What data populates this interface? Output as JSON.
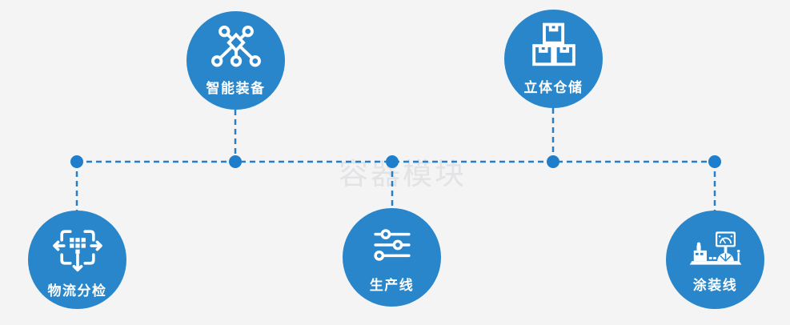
{
  "watermark": {
    "text": "容器模块"
  },
  "colors": {
    "background": "#f4f4f5",
    "node_fill": "#2986ca",
    "connector_line": "#2a7ec4",
    "junction_dot": "#1e7ecb",
    "label_text": "#ffffff",
    "icon_stroke": "#ffffff",
    "watermark_text": "#e3e3e5"
  },
  "nodes": {
    "smart_equipment": {
      "label": "智能装备",
      "icon": "network-nodes-icon",
      "position": "top-left"
    },
    "warehouse_3d": {
      "label": "立体仓储",
      "icon": "stacked-boxes-icon",
      "position": "top-right"
    },
    "logistics_sorting": {
      "label": "物流分检",
      "icon": "distribute-arrows-icon",
      "position": "bottom-left"
    },
    "production_line": {
      "label": "生产线",
      "icon": "sliders-icon",
      "position": "bottom-center"
    },
    "coating_line": {
      "label": "涂装线",
      "icon": "machine-monitor-icon",
      "position": "bottom-right"
    }
  }
}
